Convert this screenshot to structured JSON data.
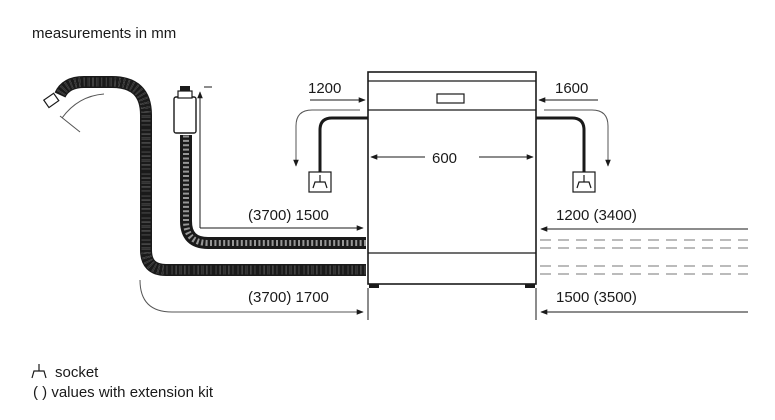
{
  "header": {
    "caption": "measurements in mm"
  },
  "dimensions": {
    "socket_left_height": "1200",
    "socket_right_height": "1600",
    "appliance_width": "600",
    "upper_left_hose": "(3700) 1500",
    "upper_right_hose": "1200 (3400)",
    "lower_left_hose": "(3700) 1700",
    "lower_right_hose": "1500 (3500)"
  },
  "legend": {
    "socket_label": "socket",
    "extension_label": "( ) values with extension kit"
  },
  "icons": [
    "socket-icon",
    "arrow-icon"
  ]
}
